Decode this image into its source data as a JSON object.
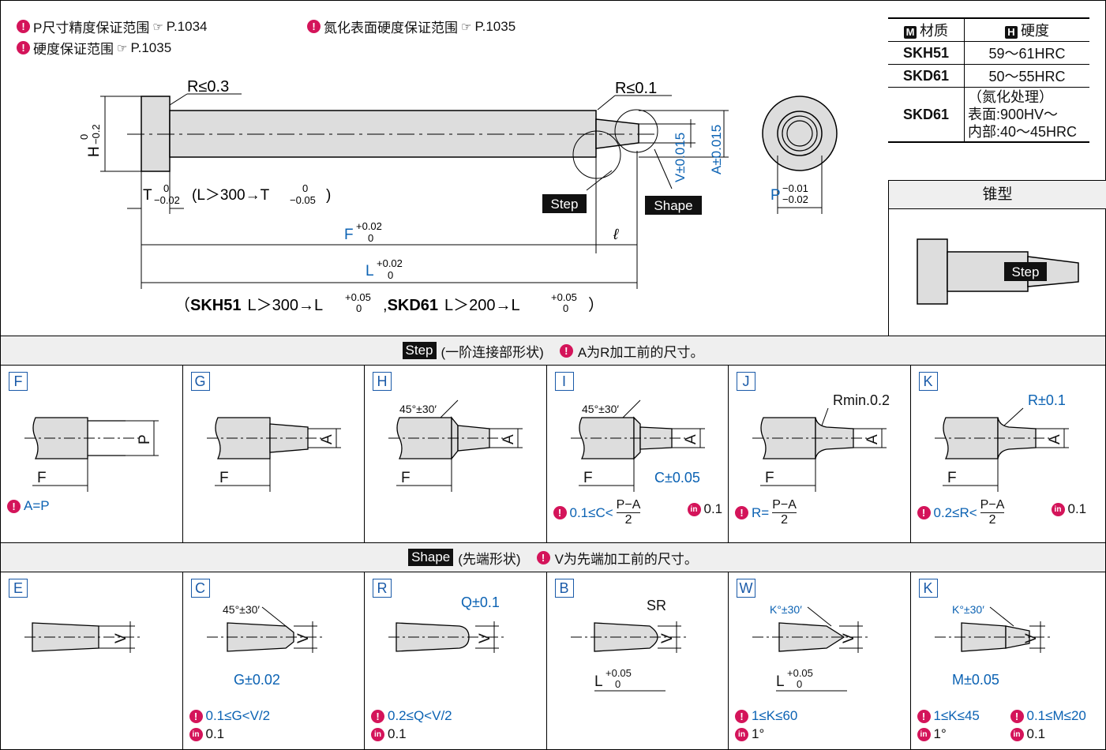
{
  "notes": {
    "p_precision": "P尺寸精度保证范围",
    "p_precision_page": "P.1034",
    "nitride": "氮化表面硬度保证范围",
    "nitride_page": "P.1035",
    "hardness": "硬度保证范围",
    "hardness_page": "P.1035"
  },
  "material_table": {
    "col1": "材质",
    "col2": "硬度",
    "rows": [
      {
        "material": "SKH51",
        "hardness": "59～61HRC"
      },
      {
        "material": "SKD61",
        "hardness": "50～55HRC"
      },
      {
        "material": "SKD61",
        "hardness_lines": [
          "（氮化处理）",
          "表面:900HV～",
          "内部:40～45HRC"
        ]
      }
    ]
  },
  "cone_panel": {
    "title": "锥型",
    "step_label": "Step"
  },
  "main_drawing": {
    "r_head": "R≤0.3",
    "r_tip": "R≤0.1",
    "h_label": "H",
    "h_tol_upper": "0",
    "h_tol_lower": "−0.2",
    "t_label": "T",
    "t_tol_upper": "0",
    "t_tol_lower": "−0.02",
    "t_cond": "(L＞300→T",
    "t_cond_upper": "0",
    "t_cond_lower": "−0.05",
    "t_cond_end": ")",
    "f_label": "F",
    "f_tol_upper": "+0.02",
    "f_tol_lower": "0",
    "l_label": "L",
    "l_tol_upper": "+0.02",
    "l_tol_lower": "0",
    "ell_label": "ℓ",
    "v_label": "V±0.015",
    "a_label": "A±0.015",
    "step_tag": "Step",
    "shape_tag": "Shape",
    "p_label": "P",
    "p_tol_upper": "−0.01",
    "p_tol_lower": "−0.02",
    "cond_open": "（",
    "cond_mat1": "SKH51",
    "cond_part1": "L＞300→L",
    "cond_tol1_upper": "+0.05",
    "cond_tol1_lower": "0",
    "cond_comma": ",",
    "cond_mat2": "SKD61",
    "cond_part2": "L＞200→L",
    "cond_tol2_upper": "+0.05",
    "cond_tol2_lower": "0",
    "cond_close": "）"
  },
  "step_section": {
    "tag": "Step",
    "title": "(一阶连接部形状)",
    "note": "A为R加工前的尺寸。",
    "cells": [
      {
        "letter": "F",
        "dim_side": "P",
        "dim_bottom": "F",
        "note1": "A=P",
        "note2": ""
      },
      {
        "letter": "G",
        "dim_side": "A",
        "dim_bottom": "F",
        "note1": "",
        "note2": ""
      },
      {
        "letter": "H",
        "dim_side": "A",
        "dim_bottom": "F",
        "angle": "45°±30′",
        "note1": "",
        "note2": ""
      },
      {
        "letter": "I",
        "dim_side": "A",
        "dim_bottom": "F",
        "angle": "45°±30′",
        "extra": "C±0.05",
        "note1": "0.1≤C<",
        "frac_num": "P−A",
        "frac_den": "2",
        "note2": "0.1"
      },
      {
        "letter": "J",
        "dim_side": "A",
        "dim_bottom": "F",
        "extra": "Rmin.0.2",
        "note1": "R=",
        "frac_num": "P−A",
        "frac_den": "2",
        "note2": ""
      },
      {
        "letter": "K",
        "dim_side": "A",
        "dim_bottom": "F",
        "extra": "R±0.1",
        "note1": "0.2≤R<",
        "frac_num": "P−A",
        "frac_den": "2",
        "note2": "0.1"
      }
    ]
  },
  "shape_section": {
    "tag": "Shape",
    "title": "(先端形状)",
    "note": "V为先端加工前的尺寸。",
    "cells": [
      {
        "letter": "E",
        "dim_side": "V",
        "note1": "",
        "note2": ""
      },
      {
        "letter": "C",
        "dim_side": "V",
        "angle": "45°±30′",
        "extra": "G±0.02",
        "note1": "0.1≤G<V/2",
        "note2": "0.1"
      },
      {
        "letter": "R",
        "dim_side": "V",
        "extra": "Q±0.1",
        "note1": "0.2≤Q<V/2",
        "note2": "0.1"
      },
      {
        "letter": "B",
        "dim_side": "V",
        "extra": "SR",
        "l_label": "L",
        "l_upper": "+0.05",
        "l_lower": "0",
        "note1": "",
        "note2": ""
      },
      {
        "letter": "W",
        "dim_side": "V",
        "angle": "K°±30′",
        "l_label": "L",
        "l_upper": "+0.05",
        "l_lower": "0",
        "note1": "1≤K≤60",
        "note2": "1°"
      },
      {
        "letter": "K",
        "dim_side": "V",
        "angle": "K°±30′",
        "extra": "M±0.05",
        "note1": "1≤K≤45",
        "note1b": "0.1≤M≤20",
        "note2": "1°",
        "note2b": "0.1"
      }
    ]
  }
}
